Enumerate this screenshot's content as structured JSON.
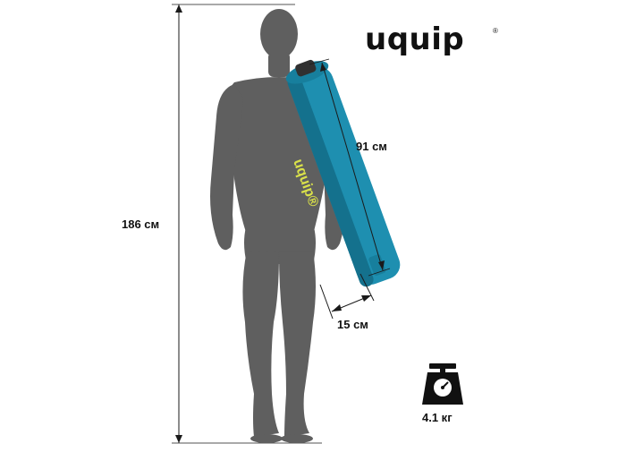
{
  "brand": {
    "logo_text": "uquip",
    "registered_mark": "®",
    "bag_logo_text": "uquip®"
  },
  "dimensions": {
    "height": "186 см",
    "bag_length": "91 см",
    "bag_diameter": "15 см",
    "weight": "4.1 кг"
  },
  "icons": {
    "weight": "scale-icon"
  },
  "colors": {
    "silhouette": "#5f5f5f",
    "bag": "#1e8fb0",
    "bag_shade": "#14718d",
    "bag_logo": "#d9e04a",
    "lines": "#1a1a1a"
  }
}
